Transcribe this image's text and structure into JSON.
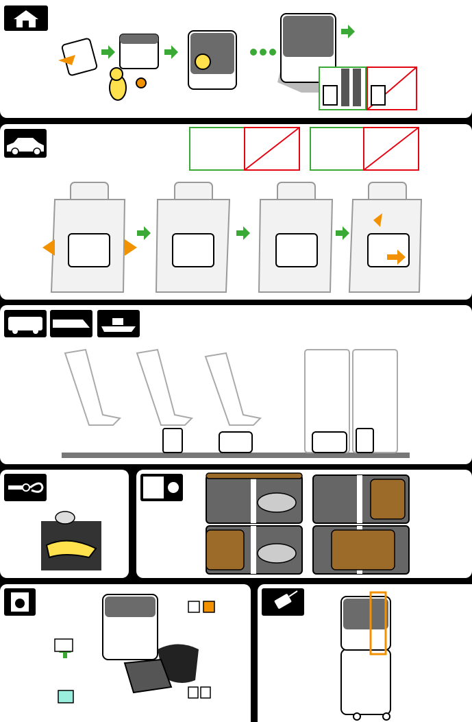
{
  "colors": {
    "background": "#000000",
    "panel": "#ffffff",
    "arrow_green": "#3aa935",
    "arrow_orange": "#f39200",
    "ok_green": "#3aa935",
    "no_red": "#e30613",
    "pad_brown": "#9c6b2a",
    "carrier_gray": "#6b6b6b",
    "seat_gray": "#d9d9d9",
    "pet_yellow": "#ffe14d"
  },
  "sections": [
    {
      "id": "home",
      "icon": "house-icon"
    },
    {
      "id": "car",
      "icon": "car-icon"
    },
    {
      "id": "public-transport",
      "icons": [
        "bus-icon",
        "train-icon",
        "boat-icon"
      ]
    },
    {
      "id": "leash",
      "icon": "leash-icon"
    },
    {
      "id": "privacy",
      "icon": "pet-window-icon"
    },
    {
      "id": "washing",
      "icon": "washing-machine-icon"
    },
    {
      "id": "luggage",
      "icon": "suitcase-icon"
    }
  ]
}
